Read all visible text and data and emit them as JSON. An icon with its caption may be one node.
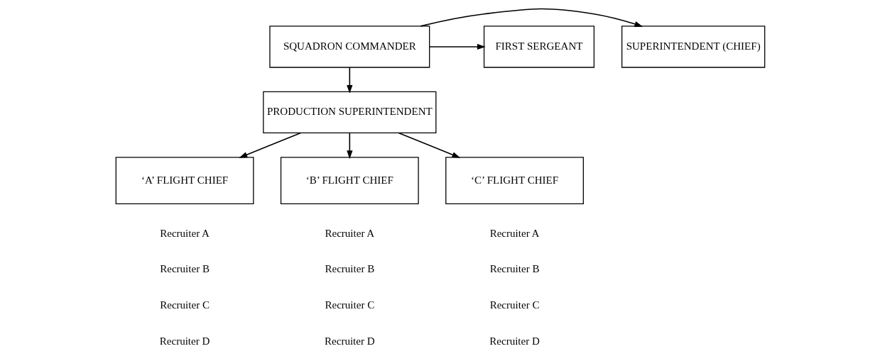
{
  "diagram": {
    "nodes": [
      {
        "text": [
          "SUPERINTENDENT (CHIEF)"
        ]
      },
      {
        "text": [
          "SQUADRON COMMANDER"
        ]
      },
      {
        "text": [
          "FIRST SERGEANT"
        ]
      },
      {
        "text": [
          "PRODUCTION SUPERINTENDENT"
        ]
      },
      {
        "text": [
          "‘A’ FLIGHT CHIEF"
        ]
      },
      {
        "text": [
          "‘B’ FLIGHT CHIEF"
        ]
      },
      {
        "text": [
          "‘C’ FLIGHT CHIEF"
        ]
      }
    ],
    "edges": [
      {
        "from": 1,
        "to": 0,
        "arrow": "to"
      },
      {
        "from": 1,
        "to": 2,
        "arrow": "to"
      },
      {
        "from": 1,
        "to": 3,
        "arrow": "to"
      },
      {
        "from": 3,
        "to": 4,
        "arrow": "to"
      },
      {
        "from": 3,
        "to": 5,
        "arrow": "to"
      },
      {
        "from": 3,
        "to": 6,
        "arrow": "to"
      }
    ],
    "labels": [
      "Recruiter A",
      "Recruiter A",
      "Recruiter A",
      "Recruiter B",
      "Recruiter B",
      "Recruiter B",
      "Recruiter C",
      "Recruiter C",
      "Recruiter C",
      "Recruiter D",
      "Recruiter D",
      "Recruiter D"
    ]
  }
}
